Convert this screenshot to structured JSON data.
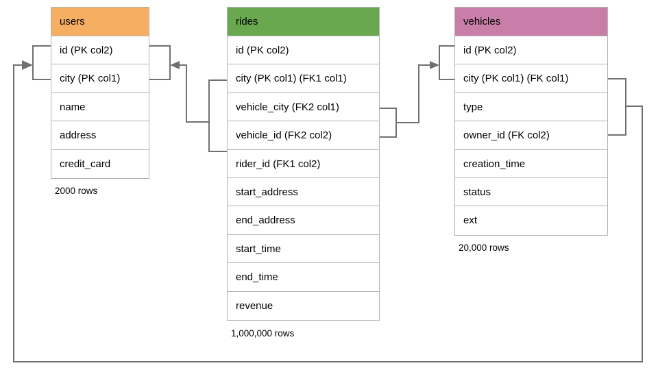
{
  "diagram": {
    "type": "database-schema-erd",
    "background_color": "#ffffff",
    "line_color": "#707070",
    "border_color": "#b3b3b3"
  },
  "tables": [
    {
      "name": "users",
      "header_color": "#f5ae62",
      "row_count_label": "2000 rows",
      "columns": [
        {
          "label": "id (PK col2)"
        },
        {
          "label": "city (PK col1)"
        },
        {
          "label": "name"
        },
        {
          "label": "address"
        },
        {
          "label": "credit_card"
        }
      ]
    },
    {
      "name": "rides",
      "header_color": "#6aa84f",
      "row_count_label": "1,000,000 rows",
      "columns": [
        {
          "label": "id (PK col2)"
        },
        {
          "label": "city (PK col1) (FK1 col1)"
        },
        {
          "label": "vehicle_city (FK2 col1)"
        },
        {
          "label": "vehicle_id (FK2 col2)"
        },
        {
          "label": "rider_id (FK1 col2)"
        },
        {
          "label": "start_address"
        },
        {
          "label": "end_address"
        },
        {
          "label": "start_time"
        },
        {
          "label": "end_time"
        },
        {
          "label": "revenue"
        }
      ]
    },
    {
      "name": "vehicles",
      "header_color": "#c87ea8",
      "row_count_label": "20,000 rows",
      "columns": [
        {
          "label": "id (PK col2)"
        },
        {
          "label": "city (PK col1) (FK col1)"
        },
        {
          "label": "type"
        },
        {
          "label": "owner_id (FK col2)"
        },
        {
          "label": "creation_time"
        },
        {
          "label": "status"
        },
        {
          "label": "ext"
        }
      ]
    }
  ],
  "relationships": [
    {
      "name": "rides-fk1-to-users",
      "from_table": "rides",
      "from_columns": [
        "city (PK col1) (FK1 col1)",
        "rider_id (FK1 col2)"
      ],
      "to_table": "users",
      "to_columns": [
        "id (PK col2)",
        "city (PK col1)"
      ]
    },
    {
      "name": "rides-fk2-to-vehicles",
      "from_table": "rides",
      "from_columns": [
        "vehicle_city (FK2 col1)",
        "vehicle_id (FK2 col2)"
      ],
      "to_table": "vehicles",
      "to_columns": [
        "id (PK col2)",
        "city (PK col1) (FK col1)"
      ]
    },
    {
      "name": "vehicles-fk-to-users",
      "from_table": "vehicles",
      "from_columns": [
        "city (PK col1) (FK col1)",
        "owner_id (FK col2)"
      ],
      "to_table": "users",
      "to_columns": [
        "id (PK col2)",
        "city (PK col1)"
      ]
    }
  ]
}
